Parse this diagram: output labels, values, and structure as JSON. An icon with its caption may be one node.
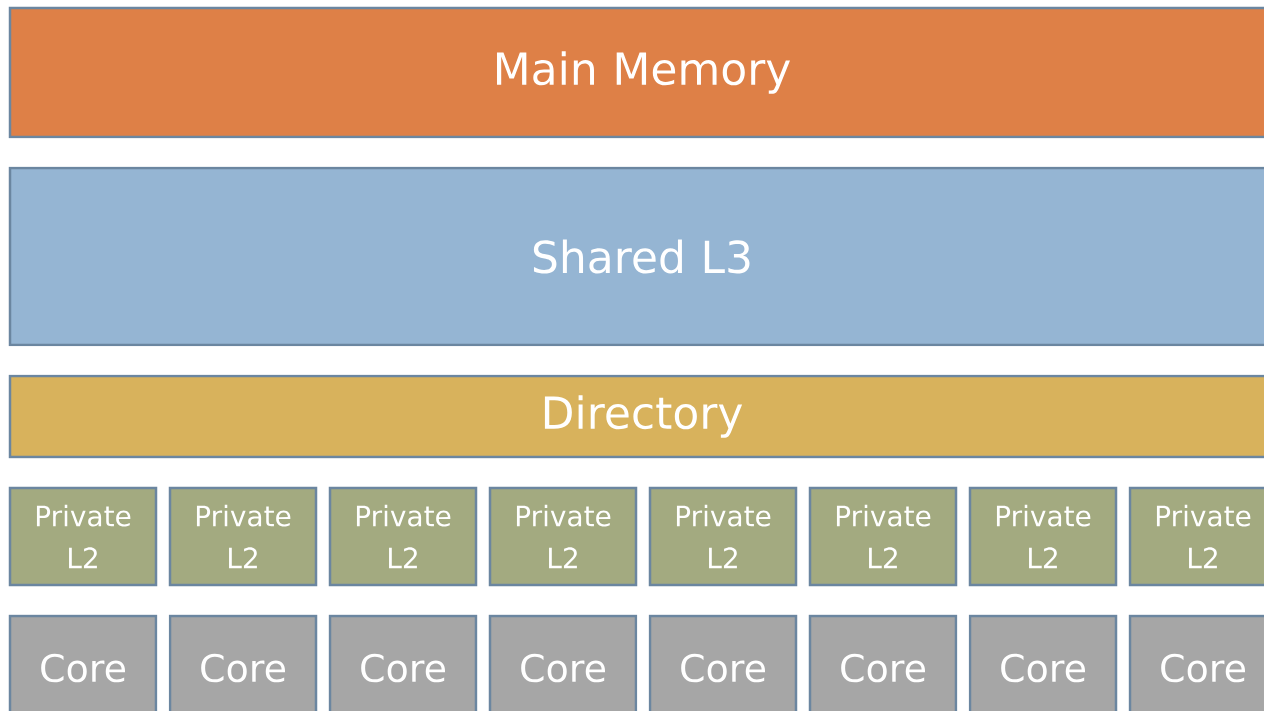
{
  "diagram": {
    "nodes": [
      {
        "text": [
          "Main Memory"
        ]
      },
      {
        "text": [
          "Shared L3"
        ]
      },
      {
        "text": [
          "Directory"
        ]
      },
      {
        "text": [
          "Private L2"
        ]
      },
      {
        "text": [
          "Private L2"
        ]
      },
      {
        "text": [
          "Private L2"
        ]
      },
      {
        "text": [
          "Private L2"
        ]
      },
      {
        "text": [
          "Private L2"
        ]
      },
      {
        "text": [
          "Private L2"
        ]
      },
      {
        "text": [
          "Private L2"
        ]
      },
      {
        "text": [
          "Private L2"
        ]
      },
      {
        "text": [
          "Core"
        ]
      },
      {
        "text": [
          "Core"
        ]
      },
      {
        "text": [
          "Core"
        ]
      },
      {
        "text": [
          "Core"
        ]
      },
      {
        "text": [
          "Core"
        ]
      },
      {
        "text": [
          "Core"
        ]
      },
      {
        "text": [
          "Core"
        ]
      },
      {
        "text": [
          "Core"
        ]
      }
    ]
  }
}
